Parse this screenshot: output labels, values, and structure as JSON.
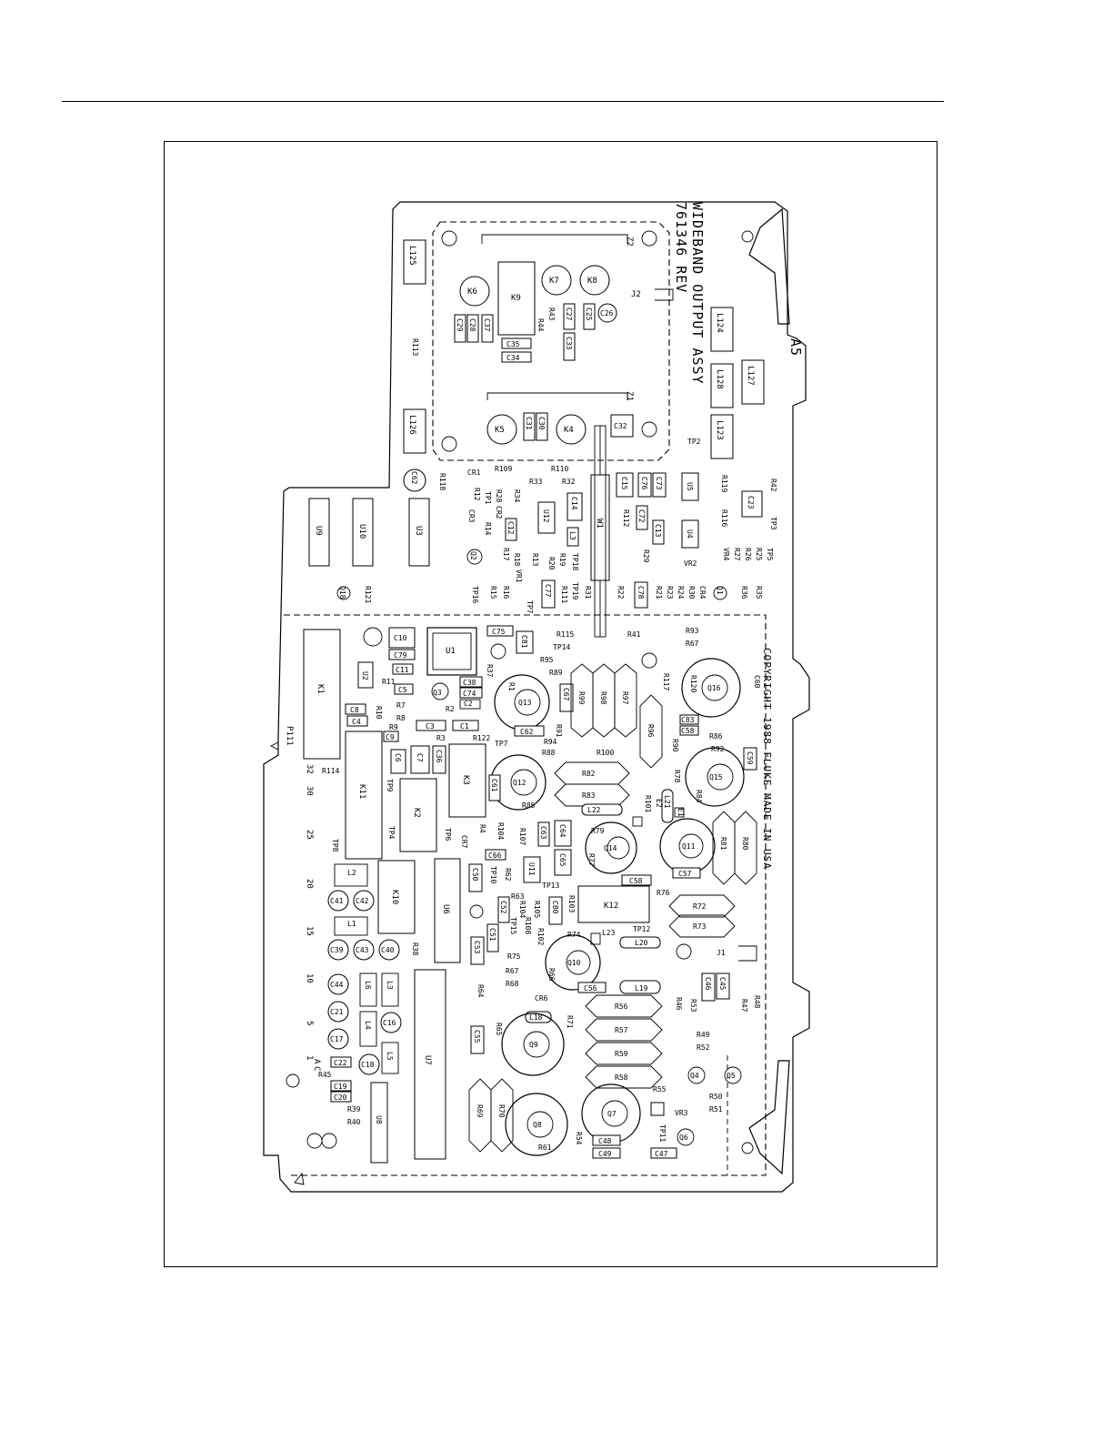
{
  "board": {
    "title": "WIDEBAND OUTPUT ASSY",
    "part": "761346 REV",
    "assy": "A5",
    "copyright": "COPYRIGHT 1988 FLUKE MADE IN USA",
    "connector": "P111",
    "pins": [
      "32",
      "30",
      "25",
      "20",
      "15",
      "10",
      "5",
      "1"
    ],
    "pin_suffix": [
      "A",
      "C"
    ]
  },
  "components": {
    "K6": "K6",
    "K9": "K9",
    "K7": "K7",
    "K8": "K8",
    "J2": "J2",
    "Z2": "Z2",
    "Z1": "Z1",
    "C29": "C29",
    "C28": "C28",
    "C37": "C37",
    "R44": "R44",
    "R43": "R43",
    "C27": "C27",
    "C25": "C25",
    "C26": "C26",
    "C35": "C35",
    "C34": "C34",
    "C33": "C33",
    "L124": "L124",
    "L128": "L128",
    "L127": "L127",
    "L123": "L123",
    "L125": "L125",
    "R113": "R113",
    "L126": "L126",
    "K5": "K5",
    "C31": "C31",
    "C30": "C30",
    "K4": "K4",
    "C32": "C32",
    "TP2": "TP2",
    "C62": "C62",
    "R118": "R118",
    "CR1": "CR1",
    "R109": "R109",
    "R110": "R110",
    "R33": "R33",
    "R32": "R32",
    "C15": "C15",
    "C76": "C76",
    "C73": "C73",
    "U5": "U5",
    "R119": "R119",
    "R116": "R116",
    "R42": "R42",
    "C23": "C23",
    "TP3": "TP3",
    "U9": "U9",
    "U10": "U10",
    "U3": "U3",
    "R12": "R12",
    "R34": "R34",
    "TP1": "TP1",
    "R28": "R28",
    "CR3": "CR3",
    "CR2": "CR2",
    "R14": "R14",
    "C12": "C12",
    "U12": "U12",
    "C14": "C14",
    "W1": "W1",
    "R112": "R112",
    "C72": "C72",
    "C13": "C13",
    "U4": "U4",
    "VR4": "VR4",
    "R27": "R27",
    "R26": "R26",
    "R25": "R25",
    "TP5": "TP5",
    "Q2": "Q2",
    "R17": "R17",
    "R18": "R18",
    "R13": "R13",
    "R19": "R19",
    "L3": "L3",
    "TP18": "TP18",
    "R29": "R29",
    "VR2": "VR2",
    "VR1": "VR1",
    "C77": "C77",
    "R20": "R20",
    "R111": "R111",
    "TP19": "TP19",
    "R31": "R31",
    "R22": "R22",
    "C78": "C78",
    "R21": "R21",
    "R23": "R23",
    "R24": "R24",
    "R30": "R30",
    "CR4": "CR4",
    "Q1": "Q1",
    "R36": "R36",
    "R35": "R35",
    "Q18": "Q18",
    "R121": "R121",
    "TP16": "TP16",
    "R15": "R15",
    "R16": "R16",
    "TP7": "TP7",
    "C10": "C10",
    "C79": "C79",
    "U1": "U1",
    "C75": "C75",
    "C81": "C81",
    "R115": "R115",
    "R41": "R41",
    "R93": "R93",
    "R67": "R67",
    "TP14": "TP14",
    "R95": "R95",
    "C11": "C11",
    "U2": "U2",
    "R37": "R37",
    "R89": "R89",
    "R1": "R1",
    "R99": "R99",
    "R98": "R98",
    "R97": "R97",
    "R117": "R117",
    "R120": "R120",
    "Q16": "Q16",
    "C60": "C60",
    "K1": "K1",
    "R11": "R11",
    "C5": "C5",
    "C38": "C38",
    "C74": "C74",
    "Q3": "Q3",
    "Q13": "Q13",
    "C67": "C67",
    "R7": "R7",
    "C2": "C2",
    "R2": "R2",
    "C8": "C8",
    "R10": "R10",
    "R8": "R8",
    "C4": "C4",
    "C3": "C3",
    "C1": "C1",
    "R96": "R96",
    "C83": "C83",
    "C58": "C58",
    "R86": "R86",
    "R9": "R9",
    "C9": "C9",
    "R3": "R3",
    "R122": "R122",
    "C62b": "C62",
    "R91": "R91",
    "R94": "R94",
    "R92": "R92",
    "C59": "C59",
    "R90": "R90",
    "R100": "R100",
    "R114": "R114",
    "C6": "C6",
    "C7": "C7",
    "C36": "C36",
    "K3": "K3",
    "R88": "R88",
    "Q12": "Q12",
    "R82": "R82",
    "R78": "R78",
    "Q15": "Q15",
    "K11": "K11",
    "TP9": "TP9",
    "C61": "C61",
    "R83": "R83",
    "R84": "R84",
    "K2": "K2",
    "R85": "R85",
    "L22": "L22",
    "R101": "R101",
    "E2": "E2",
    "L21": "L21",
    "E1": "E1",
    "TP8": "TP8",
    "TP4": "TP4",
    "TP6": "TP6",
    "CR7": "CR7",
    "R4": "R4",
    "R107": "R107",
    "C63": "C63",
    "C64": "C64",
    "R79": "R79",
    "Q14": "Q14",
    "Q11": "Q11",
    "R81": "R81",
    "R80": "R80",
    "C66": "C66",
    "C65": "C65",
    "R77": "R77",
    "L2": "L2",
    "K10": "K10",
    "U6": "U6",
    "C50": "C50",
    "TP10": "TP10",
    "R62": "R62",
    "U11": "U11",
    "C57": "C57",
    "C58b": "C58",
    "C41": "C41",
    "C42": "C42",
    "TP13": "TP13",
    "R103": "R103",
    "R76": "R76",
    "R72": "R72",
    "R63": "R63",
    "C52": "C52",
    "R104": "R104",
    "R105": "R105",
    "R108": "R108",
    "C80": "C80",
    "K12": "K12",
    "L1": "L1",
    "TP15": "TP15",
    "R102": "R102",
    "TP12": "TP12",
    "R73": "R73",
    "C51": "C51",
    "R74": "R74",
    "L23": "L23",
    "L20": "L20",
    "C39": "C39",
    "C43": "C43",
    "C40": "C40",
    "R38": "R38",
    "C53": "C53",
    "R75": "R75",
    "J1": "J1",
    "Q10": "Q10",
    "R67b": "R67",
    "R66": "R66",
    "C44": "C44",
    "L6": "L6",
    "R68": "R68",
    "C56": "C56",
    "L19": "L19",
    "C46": "C46",
    "C45": "C45",
    "R48": "R48",
    "R47": "R47",
    "R64": "R64",
    "CR6": "CR6",
    "R46": "R46",
    "R53": "R53",
    "R56": "R56",
    "C21": "C21",
    "L4": "L4",
    "C16": "C16",
    "U7": "U7",
    "L18": "L18",
    "R71": "R71",
    "R57": "R57",
    "C55": "C55",
    "R65": "R65",
    "C17": "C17",
    "Q9": "Q9",
    "R49": "R49",
    "R52": "R52",
    "L5": "L5",
    "R59": "R59",
    "C22": "C22",
    "C18": "C18",
    "R45": "R45",
    "Q4": "Q4",
    "Q5": "Q5",
    "C19": "C19",
    "R58": "R58",
    "R69": "R69",
    "R70": "R70",
    "R55": "R55",
    "R50": "R50",
    "C20": "C20",
    "R51": "R51",
    "VR3": "VR3",
    "R39": "R39",
    "R40": "R40",
    "U8": "U8",
    "Q7": "Q7",
    "Q8": "Q8",
    "TP11": "TP11",
    "Q6": "Q6",
    "R54": "R54",
    "R61": "R61",
    "C48": "C48",
    "C49": "C49",
    "C47": "C47"
  }
}
